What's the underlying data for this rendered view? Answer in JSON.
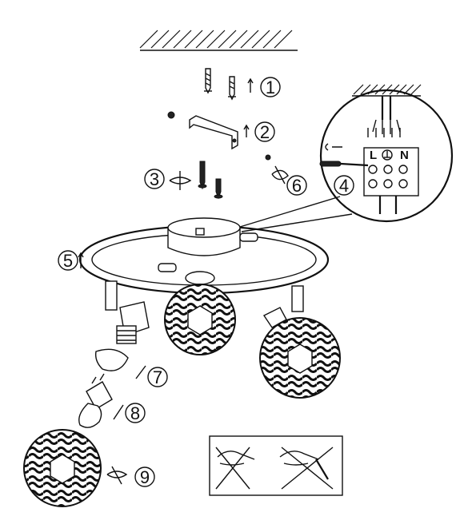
{
  "title": "",
  "steps": [
    "1",
    "2",
    "3",
    "4",
    "5",
    "6",
    "7",
    "8",
    "9"
  ],
  "terminal_labels": [
    "L",
    "N"
  ],
  "icons": [
    "ceiling-hatch",
    "screw-anchor",
    "mounting-bracket",
    "screwdriver",
    "terminal-block",
    "earth-symbol",
    "ring-lamp-body",
    "spot-head",
    "wire-ball-shade",
    "g9-bulb",
    "no-bare-hands-warning"
  ],
  "colors": {
    "line": "#111111",
    "background": "#ffffff"
  }
}
